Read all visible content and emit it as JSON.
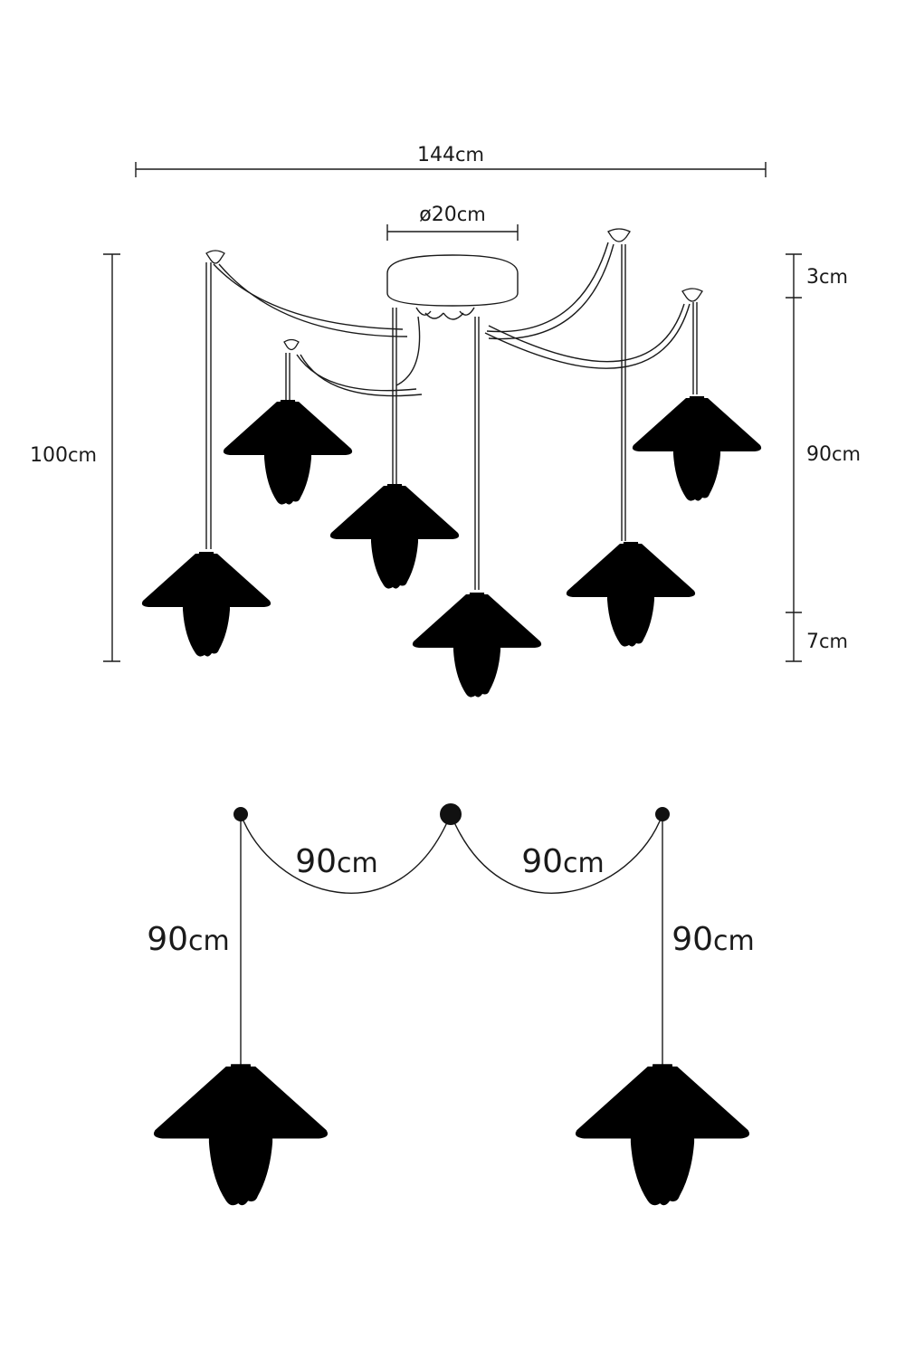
{
  "top_view": {
    "width": {
      "value": "144",
      "unit": "cm"
    },
    "canopy_diameter": {
      "value": "ø20",
      "unit": "cm"
    },
    "total_height": {
      "value": "100",
      "unit": "cm"
    },
    "canopy_height": {
      "value": "3",
      "unit": "cm"
    },
    "cable_length": {
      "value": "90",
      "unit": "cm"
    },
    "shade_height": {
      "value": "7",
      "unit": "cm"
    }
  },
  "bottom_view": {
    "left_drop": {
      "value": "90",
      "unit": "cm"
    },
    "left_span": {
      "value": "90",
      "unit": "cm"
    },
    "right_span": {
      "value": "90",
      "unit": "cm"
    },
    "right_drop": {
      "value": "90",
      "unit": "cm"
    }
  }
}
